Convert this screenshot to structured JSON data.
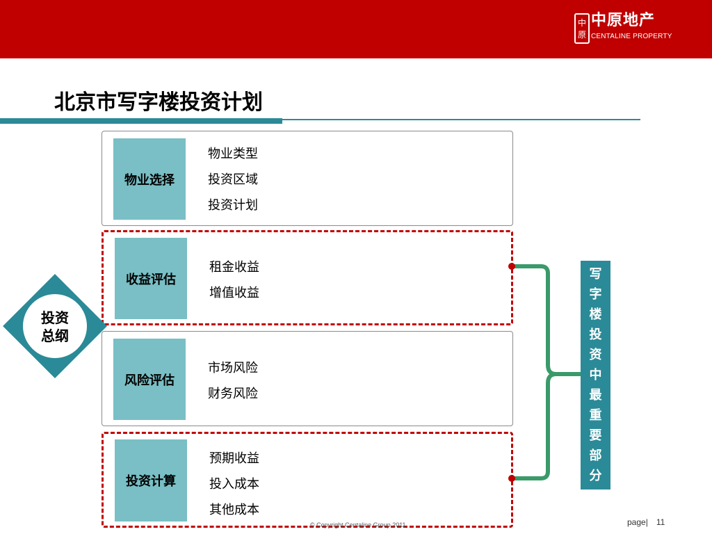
{
  "header": {
    "logo_cn": "中原地产",
    "logo_en": "CENTALINE PROPERTY",
    "logo_seal": "中原"
  },
  "title": "北京市写字楼投资计划",
  "hub": {
    "line1": "投资",
    "line2": "总纲"
  },
  "cards": [
    {
      "label": "物业选择",
      "items": [
        "物业类型",
        "投资区域",
        "投资计划"
      ]
    },
    {
      "label": "收益评估",
      "items": [
        "租金收益",
        "增值收益"
      ]
    },
    {
      "label": "风险评估",
      "items": [
        "市场风险",
        "财务风险"
      ]
    },
    {
      "label": "投资计算",
      "items": [
        "预期收益",
        "投入成本",
        "其他成本"
      ]
    }
  ],
  "highlight": {
    "chars": [
      "写",
      "字",
      "楼",
      "投",
      "资",
      "中",
      "最",
      "重",
      "要",
      "部",
      "分"
    ]
  },
  "footer": {
    "copyright": "© Copyright Centaline Group 2011",
    "page_label": "page|",
    "page_number": "11"
  },
  "colors": {
    "brand_red": "#c00000",
    "teal": "#2b8a97",
    "label_fill": "#79bfc5",
    "brace_green": "#3a9a6a"
  }
}
